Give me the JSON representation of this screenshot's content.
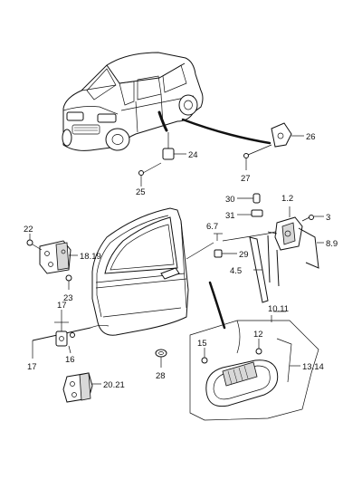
{
  "callouts": {
    "c24": "24",
    "c25": "25",
    "c26": "26",
    "c27": "27",
    "c30": "30",
    "c1_2": "1.2",
    "c31": "31",
    "c3": "3",
    "c22": "22",
    "c6_7": "6.7",
    "c8_9": "8.9",
    "c18_19": "18.19",
    "c29": "29",
    "c23": "23",
    "c4_5": "4.5",
    "c17a": "17",
    "c10_11": "10.11",
    "c15": "15",
    "c12": "12",
    "c17b": "17",
    "c16": "16",
    "c13_14": "13.14",
    "c20_21": "20.21",
    "c28": "28"
  }
}
